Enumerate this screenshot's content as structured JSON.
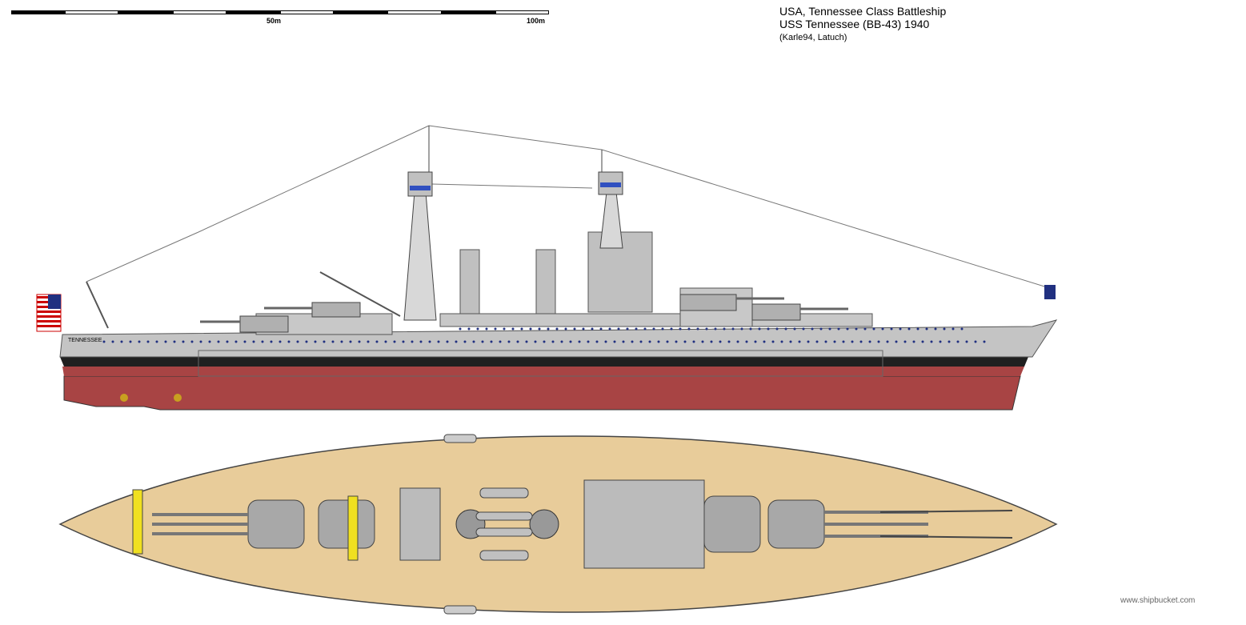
{
  "title": {
    "line1": "USA, Tennessee Class Battleship",
    "line2": "USS Tennessee (BB-43) 1940",
    "line3": "(Karle94, Latuch)"
  },
  "scale": {
    "label_mid": "50m",
    "label_end": "100m",
    "segments": 10
  },
  "ship": {
    "hull_name_label": "TENNESSEE",
    "colors": {
      "superstructure": "#c0c0c0",
      "hull_gray": "#b8b8b8",
      "boot_top": "#202020",
      "underwater": "#a84444",
      "deck": "#e8cc9a",
      "turret": "#a0a0a0",
      "porthole": "#203080",
      "plane_yellow": "#f0e020",
      "window_blue": "#3050c0"
    }
  },
  "watermark": "www.shipbucket.com"
}
